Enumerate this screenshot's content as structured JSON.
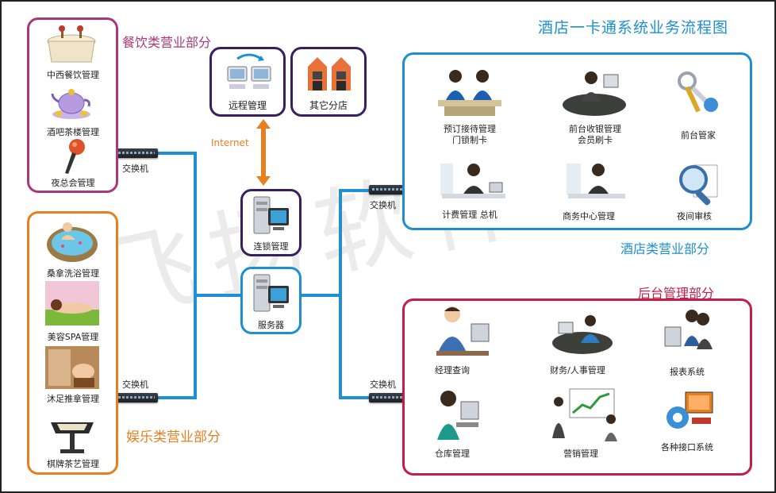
{
  "title": "酒店一卡通系统业务流程图",
  "watermark": "飞扬软件",
  "network": {
    "internet_label": "Internet",
    "switch_label": "交换机"
  },
  "top_boxes": {
    "remote": "远程管理",
    "branch": "其它分店"
  },
  "center": {
    "chain": "连锁管理",
    "server": "服务器"
  },
  "dining": {
    "section_title": "餐饮类营业部分",
    "items": [
      "中西餐饮管理",
      "酒吧茶楼管理",
      "夜总会管理"
    ]
  },
  "entertainment": {
    "section_title": "娱乐类营业部分",
    "items": [
      "桑拿洗浴管理",
      "美容SPA管理",
      "沐足推拿管理",
      "棋牌茶艺管理"
    ]
  },
  "hotel": {
    "section_title": "酒店类营业部分",
    "items": [
      {
        "line1": "预订接待管理",
        "line2": "门锁制卡"
      },
      {
        "line1": "前台收银管理",
        "line2": "会员刷卡"
      },
      {
        "line1": "前台管家",
        "line2": ""
      },
      {
        "line1": "计费管理  总机",
        "line2": ""
      },
      {
        "line1": "商务中心管理",
        "line2": ""
      },
      {
        "line1": "夜间审核",
        "line2": ""
      }
    ]
  },
  "backoffice": {
    "section_title": "后台管理部分",
    "items": [
      "经理查询",
      "财务/人事管理",
      "报表系统",
      "仓库管理",
      "营销管理",
      "各种接口系统"
    ]
  },
  "colors": {
    "dining": "#a8387a",
    "entertainment": "#e87f1e",
    "hotel": "#1d8fcf",
    "backoffice": "#c21e48",
    "center": "#3a1f5e",
    "wire": "#1f8fd6",
    "arrow": "#e87f1e"
  }
}
